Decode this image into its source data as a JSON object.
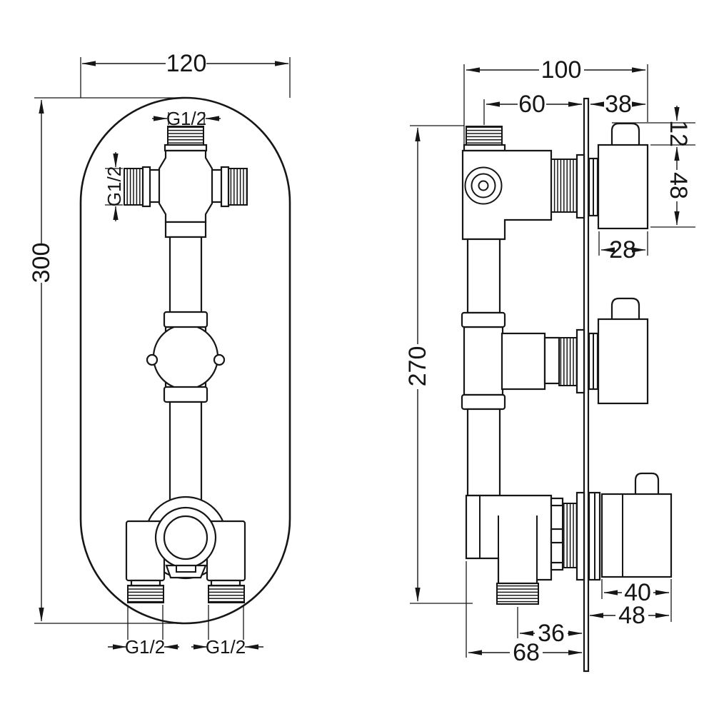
{
  "front_view": {
    "width": "120",
    "height": "300",
    "top_thread": "G1/2",
    "side_thread": "G1/2",
    "bottom_left_thread": "G1/2",
    "bottom_right_thread": "G1/2"
  },
  "side_view": {
    "total_depth": "100",
    "body_to_plate": "60",
    "plate_to_handle": "38",
    "handle_top_offset": "12",
    "handle_height": "48",
    "handle_top_width": "28",
    "height": "270",
    "bottom_handle_width": "40",
    "bottom_handle_depth": "48",
    "outlet_to_plate": "36",
    "body_width": "68"
  },
  "colors": {
    "line": "#161616",
    "background": "#ffffff"
  }
}
